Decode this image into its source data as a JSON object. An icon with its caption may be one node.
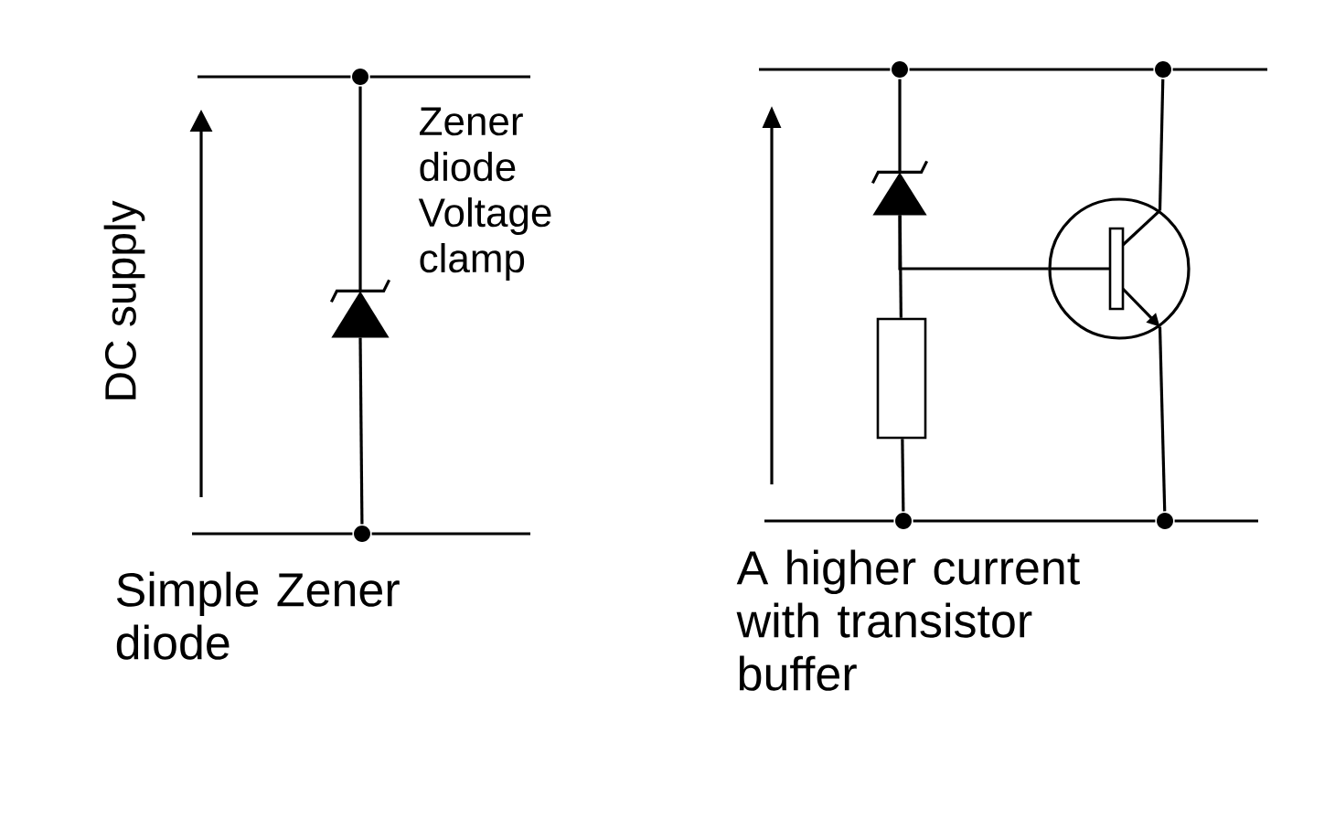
{
  "diagram": {
    "nodes": [
      {
        "text": [],
        "shape": "circle"
      },
      {
        "text": [],
        "shape": "diode",
        "beside": [
          "Zener diode Voltage clamp"
        ]
      },
      {
        "text": [],
        "shape": "circle"
      },
      {
        "text": [],
        "shape": "circle"
      },
      {
        "text": [],
        "shape": "circle"
      },
      {
        "text": [],
        "shape": "diode"
      },
      {
        "text": [],
        "shape": "circle"
      },
      {
        "text": [],
        "shape": "box"
      },
      {
        "text": [],
        "shape": "circle"
      },
      {
        "text": [],
        "shape": "circle"
      }
    ],
    "edges": [
      {
        "from": null,
        "to": 0,
        "arrow": "none"
      },
      {
        "from": 0,
        "to": null,
        "arrow": "none"
      },
      {
        "from": 0,
        "to": 1,
        "arrow": "none"
      },
      {
        "from": 1,
        "to": 2,
        "arrow": "none"
      },
      {
        "from": null,
        "to": 2,
        "arrow": "none"
      },
      {
        "from": 2,
        "to": null,
        "arrow": "none"
      },
      {
        "from": null,
        "to": 3,
        "arrow": "none"
      },
      {
        "from": 3,
        "to": 4,
        "arrow": "none"
      },
      {
        "from": 4,
        "to": null,
        "arrow": "none"
      },
      {
        "from": 3,
        "to": 5,
        "arrow": "none"
      },
      {
        "from": 5,
        "to": 7,
        "arrow": "none"
      },
      {
        "from": 5,
        "to": 6,
        "arrow": "none"
      },
      {
        "from": 4,
        "to": 6,
        "arrow": "none"
      },
      {
        "from": 6,
        "to": 9,
        "arrow": "none"
      },
      {
        "from": 7,
        "to": 8,
        "arrow": "none"
      },
      {
        "from": null,
        "to": 8,
        "arrow": "none"
      },
      {
        "from": 8,
        "to": 9,
        "arrow": "none"
      },
      {
        "from": 9,
        "to": null,
        "arrow": "none"
      }
    ],
    "labels": [
      "DC supply",
      "Simple Zener diode",
      "A higher current with transistor buffer"
    ]
  }
}
